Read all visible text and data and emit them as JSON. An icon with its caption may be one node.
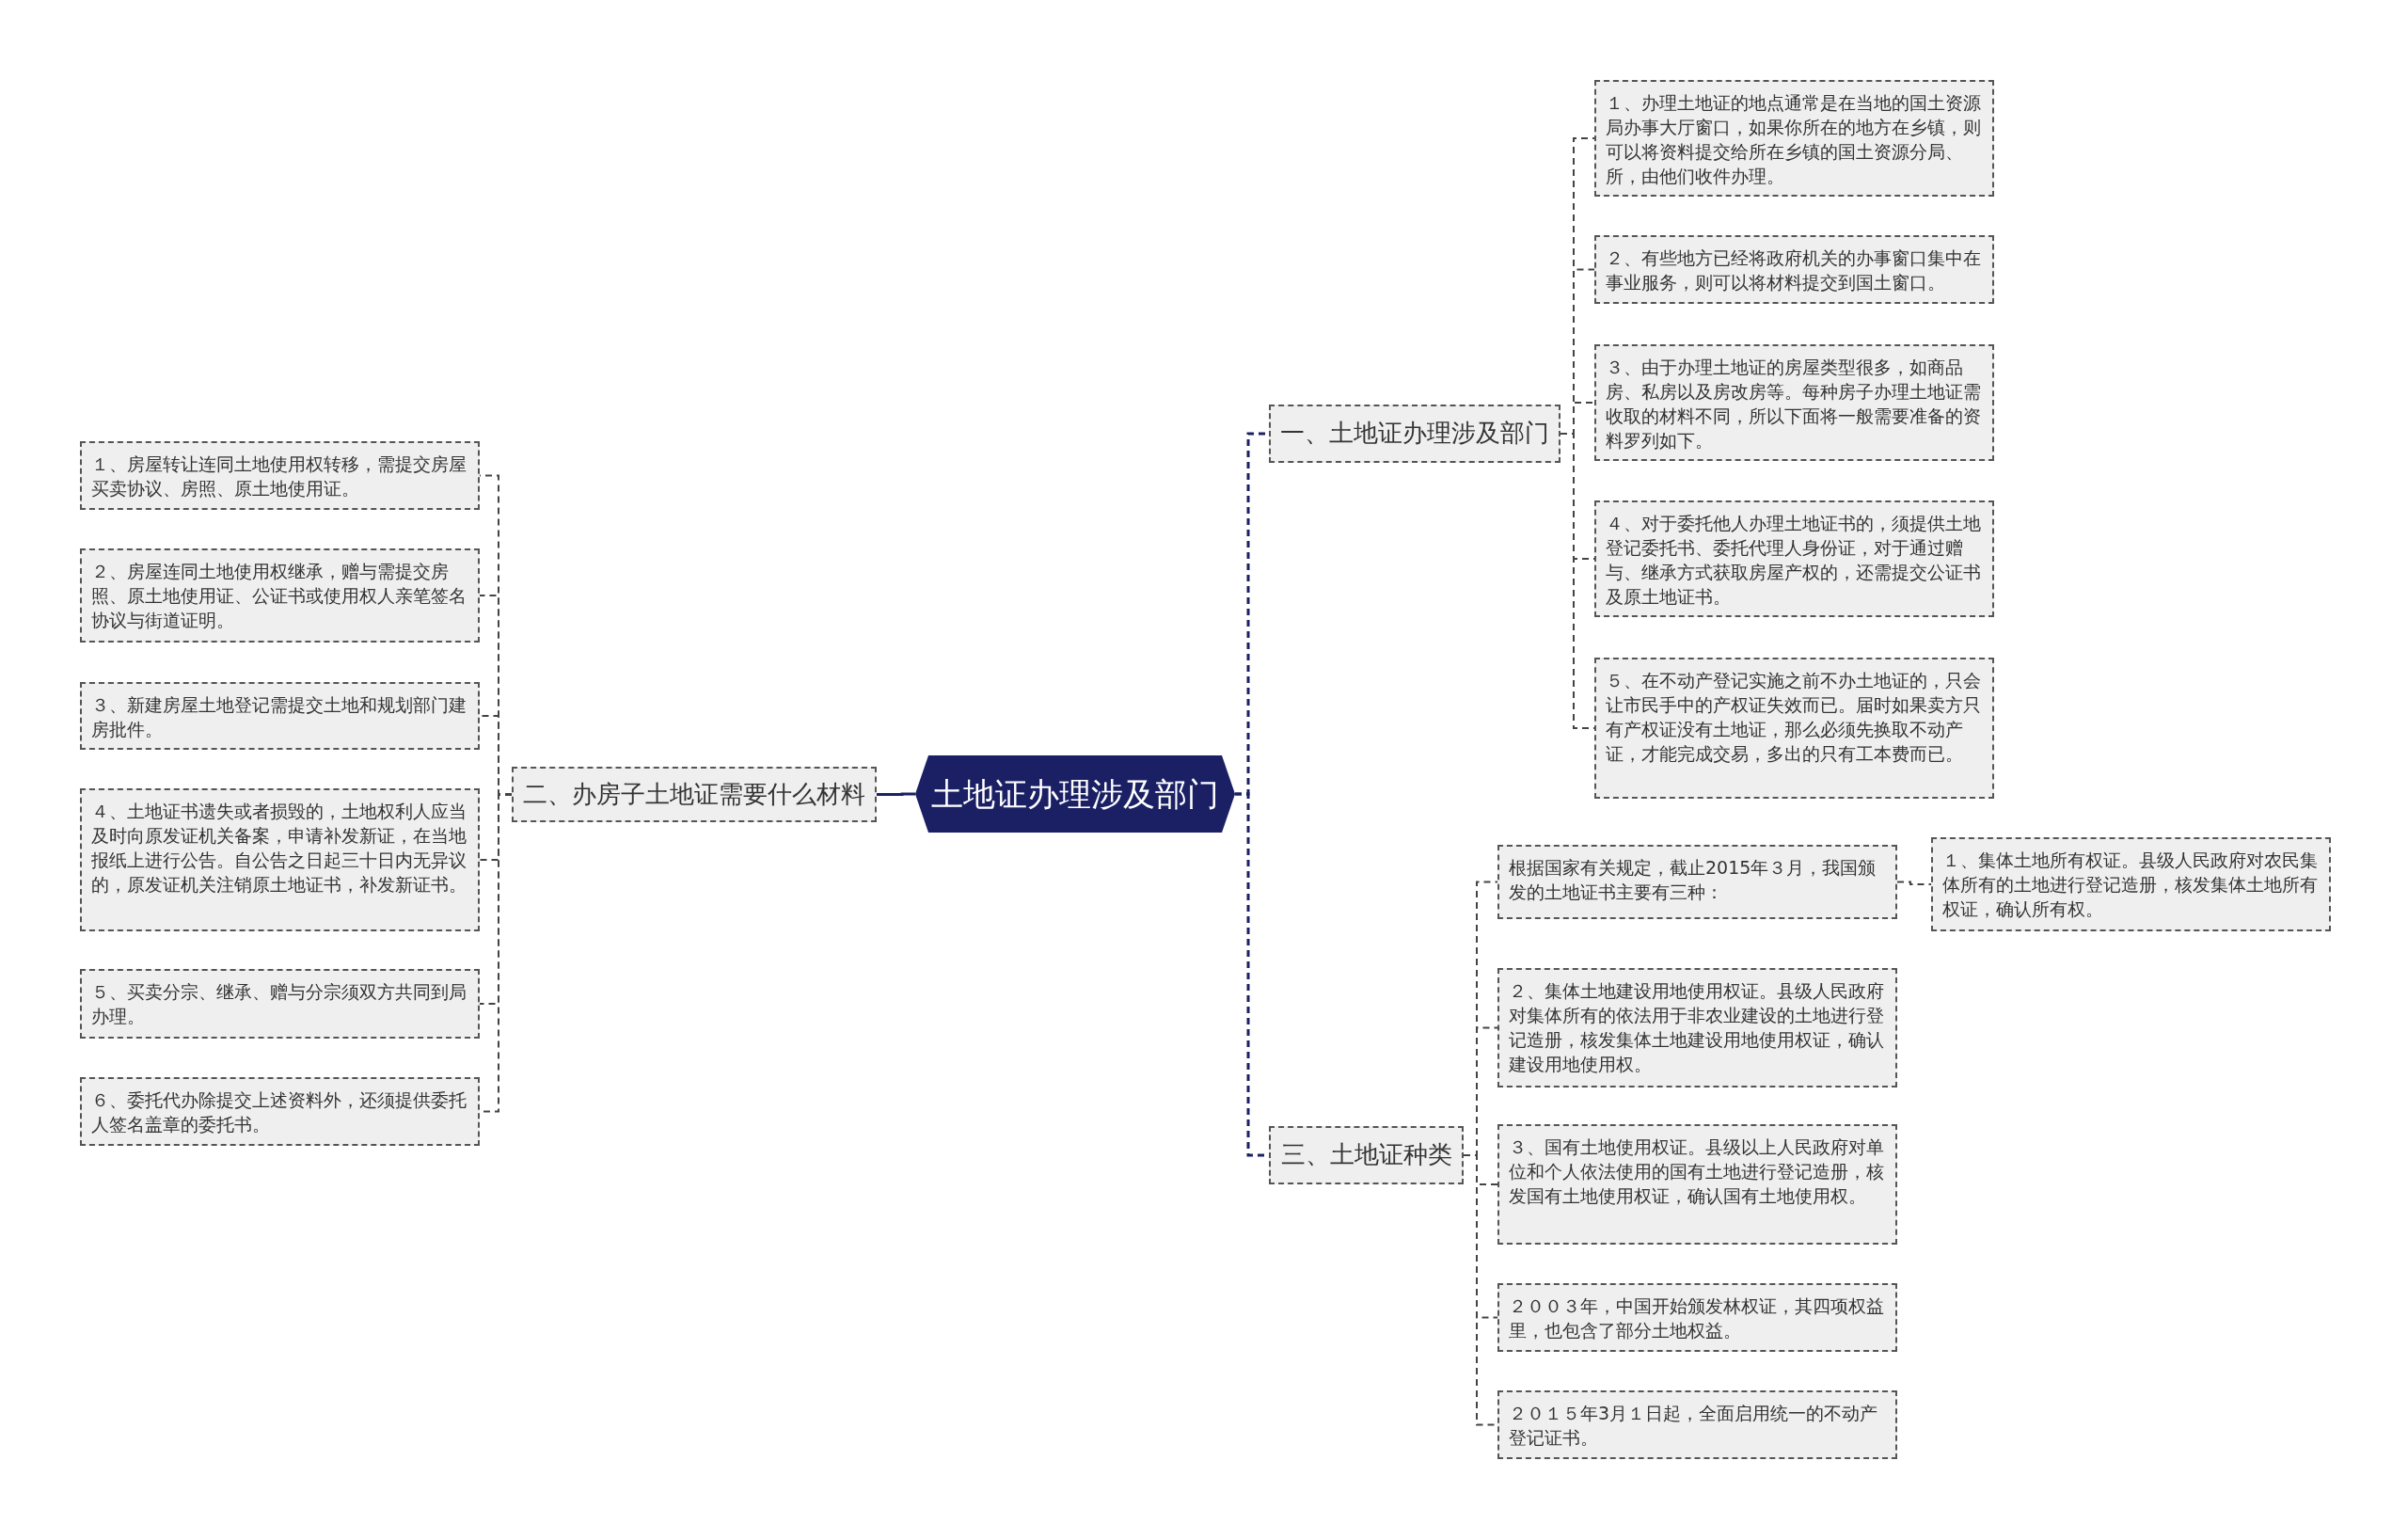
{
  "diagram": {
    "nodes": [
      {
        "text": [
          "土地证办理涉及部门"
        ]
      },
      {
        "text": [
          "一、土地证办理涉及部门"
        ]
      },
      {
        "text": [
          "１、办理土地证的地点通常是在当地的国土资源局办事大厅窗口，如果你所在的地方在乡镇，则可以将资料提交给所在乡镇的国土资源分局、所，由他们收件办理。"
        ]
      },
      {
        "text": [
          "２、有些地方已经将政府机关的办事窗口集中在事业服务，则可以将材料提交到国土窗口。"
        ]
      },
      {
        "text": [
          "３、由于办理土地证的房屋类型很多，如商品房、私房以及房改房等。每种房子办理土地证需收取的材料不同，所以下面将一般需要准备的资料罗列如下。"
        ]
      },
      {
        "text": [
          "４、对于委托他人办理土地证书的，须提供土地登记委托书、委托代理人身份证，对于通过赠与、继承方式获取房屋产权的，还需提交公证书及原土地证书。"
        ]
      },
      {
        "text": [
          "５、在不动产登记实施之前不办土地证的，只会让市民手中的产权证失效而已。届时如果卖方只有产权证没有土地证，那么必须先换取不动产证，才能完成交易，多出的只有工本费而已。"
        ]
      },
      {
        "text": [
          "二、办房子土地证需要什么材料"
        ]
      },
      {
        "text": [
          "１、房屋转让连同土地使用权转移，需提交房屋买卖协议、房照、原土地使用证。"
        ]
      },
      {
        "text": [
          "２、房屋连同土地使用权继承，赠与需提交房照、原土地使用证、公证书或使用权人亲笔签名协议与街道证明。"
        ]
      },
      {
        "text": [
          "３、新建房屋土地登记需提交土地和规划部门建房批件。"
        ]
      },
      {
        "text": [
          "４、土地证书遗失或者损毁的，土地权利人应当及时向原发证机关备案，申请补发新证，在当地报纸上进行公告。自公告之日起三十日内无异议的，原发证机关注销原土地证书，补发新证书。"
        ]
      },
      {
        "text": [
          "５、买卖分宗、继承、赠与分宗须双方共同到局办理。"
        ]
      },
      {
        "text": [
          "６、委托代办除提交上述资料外，还须提供委托人签名盖章的委托书。"
        ]
      },
      {
        "text": [
          "三、土地证种类"
        ]
      },
      {
        "text": [
          "根据国家有关规定，截止2015年３月，我国颁发的土地证书主要有三种："
        ]
      },
      {
        "text": [
          "２、集体土地建设用地使用权证。县级人民政府对集体所有的依法用于非农业建设的土地进行登记造册，核发集体土地建设用地使用权证，确认建设用地使用权。"
        ]
      },
      {
        "text": [
          "３、国有土地使用权证。县级以上人民政府对单位和个人依法使用的国有土地进行登记造册，核发国有土地使用权证，确认国有土地使用权。"
        ]
      },
      {
        "text": [
          "２００３年，中国开始颁发林权证，其四项权益里，也包含了部分土地权益。"
        ]
      },
      {
        "text": [
          "２０１５年3月１日起，全面启用统一的不动产登记证书。"
        ]
      },
      {
        "text": [
          "１、集体土地所有权证。县级人民政府对农民集体所有的土地进行登记造册，核发集体土地所有权证，确认所有权。"
        ]
      }
    ],
    "edges": [
      {
        "from": 0,
        "to": 1,
        "arrow": "none",
        "style": "dashed",
        "color": "#1b2064"
      },
      {
        "from": 1,
        "to": 2,
        "arrow": "none",
        "style": "dashed"
      },
      {
        "from": 1,
        "to": 3,
        "arrow": "none",
        "style": "dashed"
      },
      {
        "from": 1,
        "to": 4,
        "arrow": "none",
        "style": "dashed"
      },
      {
        "from": 1,
        "to": 5,
        "arrow": "none",
        "style": "dashed"
      },
      {
        "from": 1,
        "to": 6,
        "arrow": "none",
        "style": "dashed"
      },
      {
        "from": 0,
        "to": 7,
        "arrow": "none",
        "color": "#1b2064"
      },
      {
        "from": 7,
        "to": 8,
        "arrow": "none",
        "style": "dashed"
      },
      {
        "from": 7,
        "to": 9,
        "arrow": "none",
        "style": "dashed"
      },
      {
        "from": 7,
        "to": 10,
        "arrow": "none",
        "style": "dashed"
      },
      {
        "from": 7,
        "to": 11,
        "arrow": "none",
        "style": "dashed"
      },
      {
        "from": 7,
        "to": 12,
        "arrow": "none",
        "style": "dashed"
      },
      {
        "from": 7,
        "to": 13,
        "arrow": "none",
        "style": "dashed"
      },
      {
        "from": 0,
        "to": 14,
        "arrow": "none",
        "style": "dashed",
        "color": "#1b2064"
      },
      {
        "from": 14,
        "to": 15,
        "arrow": "none",
        "style": "dashed"
      },
      {
        "from": 14,
        "to": 16,
        "arrow": "none",
        "style": "dashed"
      },
      {
        "from": 14,
        "to": 17,
        "arrow": "none",
        "style": "dashed"
      },
      {
        "from": 14,
        "to": 18,
        "arrow": "none",
        "style": "dashed"
      },
      {
        "from": 14,
        "to": 19,
        "arrow": "none",
        "style": "dashed"
      },
      {
        "from": 15,
        "to": 20,
        "arrow": "none",
        "style": "dashed"
      }
    ]
  }
}
